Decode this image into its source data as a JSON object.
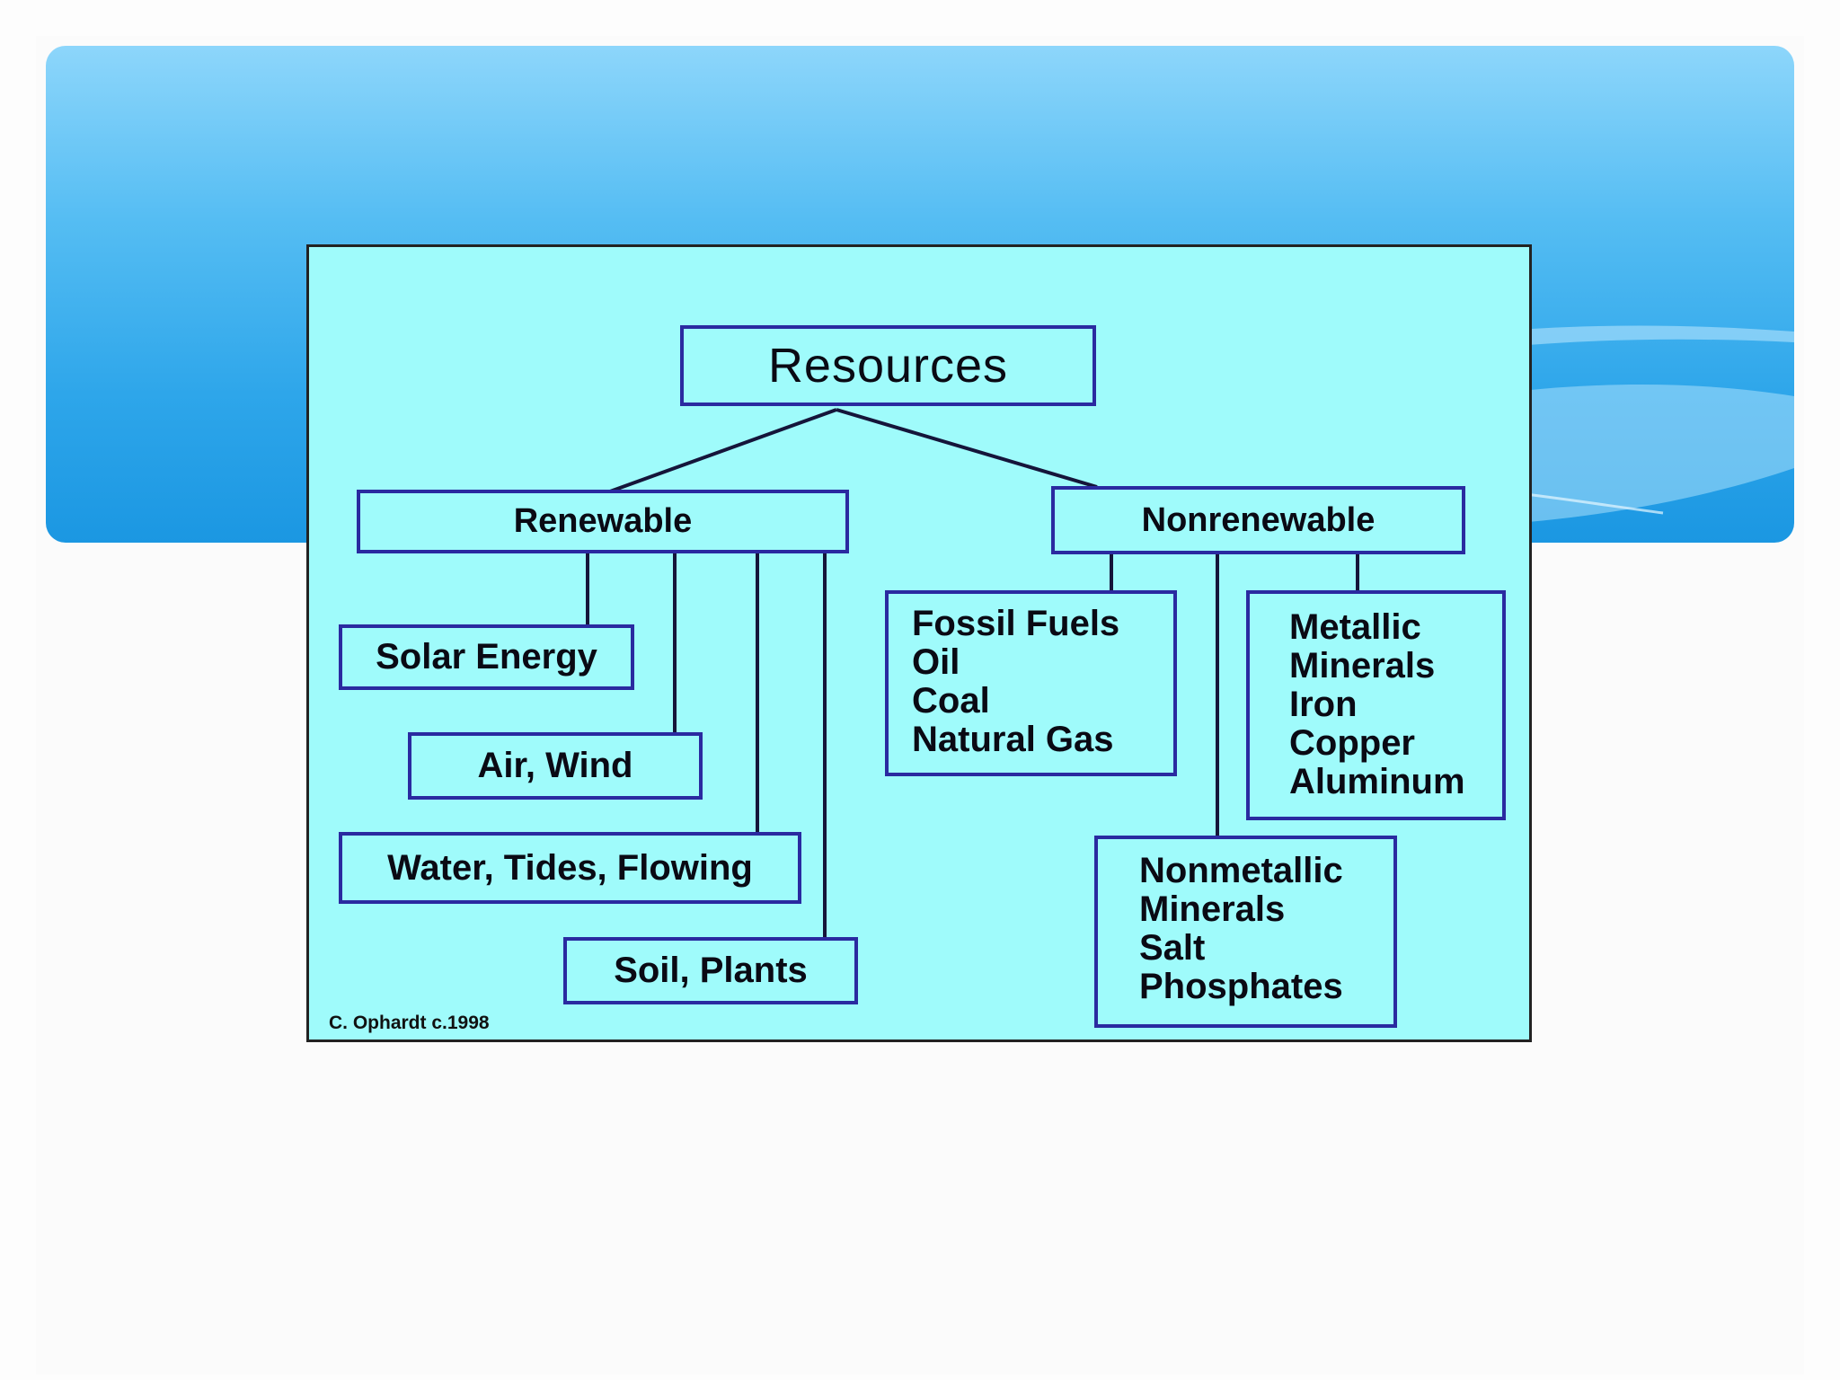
{
  "diagram": {
    "root": "Resources",
    "branches": [
      {
        "label": "Renewable",
        "children": [
          {
            "lines": [
              "Solar Energy"
            ]
          },
          {
            "lines": [
              "Air, Wind"
            ]
          },
          {
            "lines": [
              "Water, Tides, Flowing"
            ]
          },
          {
            "lines": [
              "Soil, Plants"
            ]
          }
        ]
      },
      {
        "label": "Nonrenewable",
        "children": [
          {
            "lines": [
              "Fossil Fuels",
              "Oil",
              "Coal",
              "Natural Gas"
            ]
          },
          {
            "lines": [
              "Metallic",
              "Minerals",
              "Iron",
              "Copper",
              "Aluminum"
            ]
          },
          {
            "lines": [
              "Nonmetallic",
              "Minerals",
              "Salt",
              "Phosphates"
            ]
          }
        ]
      }
    ],
    "credit": "C. Ophardt c.1998",
    "colors": {
      "panel_background": "#9ffbfb",
      "box_border": "#2a2aa0",
      "header_gradient_top": "#8dd6fb",
      "header_gradient_bottom": "#1b97e2"
    }
  }
}
